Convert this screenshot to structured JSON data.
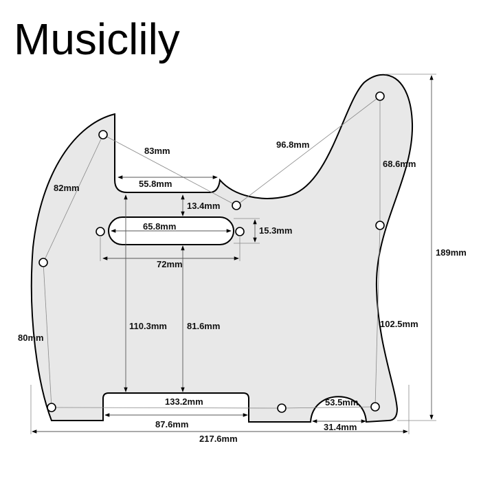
{
  "brand": "Musiclily",
  "colors": {
    "plate_fill": "#e8e8e8",
    "outline": "#000000",
    "dimension_line": "#888888"
  },
  "dimensions": {
    "screw_top_left_to_mid": "83mm",
    "neck_cavity_width": "55.8mm",
    "cavity_to_pickup": "13.4mm",
    "pickup_slot_length": "65.8mm",
    "pickup_slot_height": "15.3mm",
    "pickup_mount_spacing": "72mm",
    "left_upper_screws": "82mm",
    "horn_screw_to_mid": "96.8mm",
    "horn_screw_to_right_mid": "68.6mm",
    "overall_height": "189mm",
    "cavity_to_bridge": "110.3mm",
    "pickup_to_bridge": "81.6mm",
    "left_lower_screws": "80mm",
    "right_lower_screws": "102.5mm",
    "bottom_screws": "133.2mm",
    "bridge_cutout_width": "87.6mm",
    "control_screw_spacing": "53.5mm",
    "jack_cutout_width": "31.4mm",
    "overall_width": "217.6mm"
  }
}
